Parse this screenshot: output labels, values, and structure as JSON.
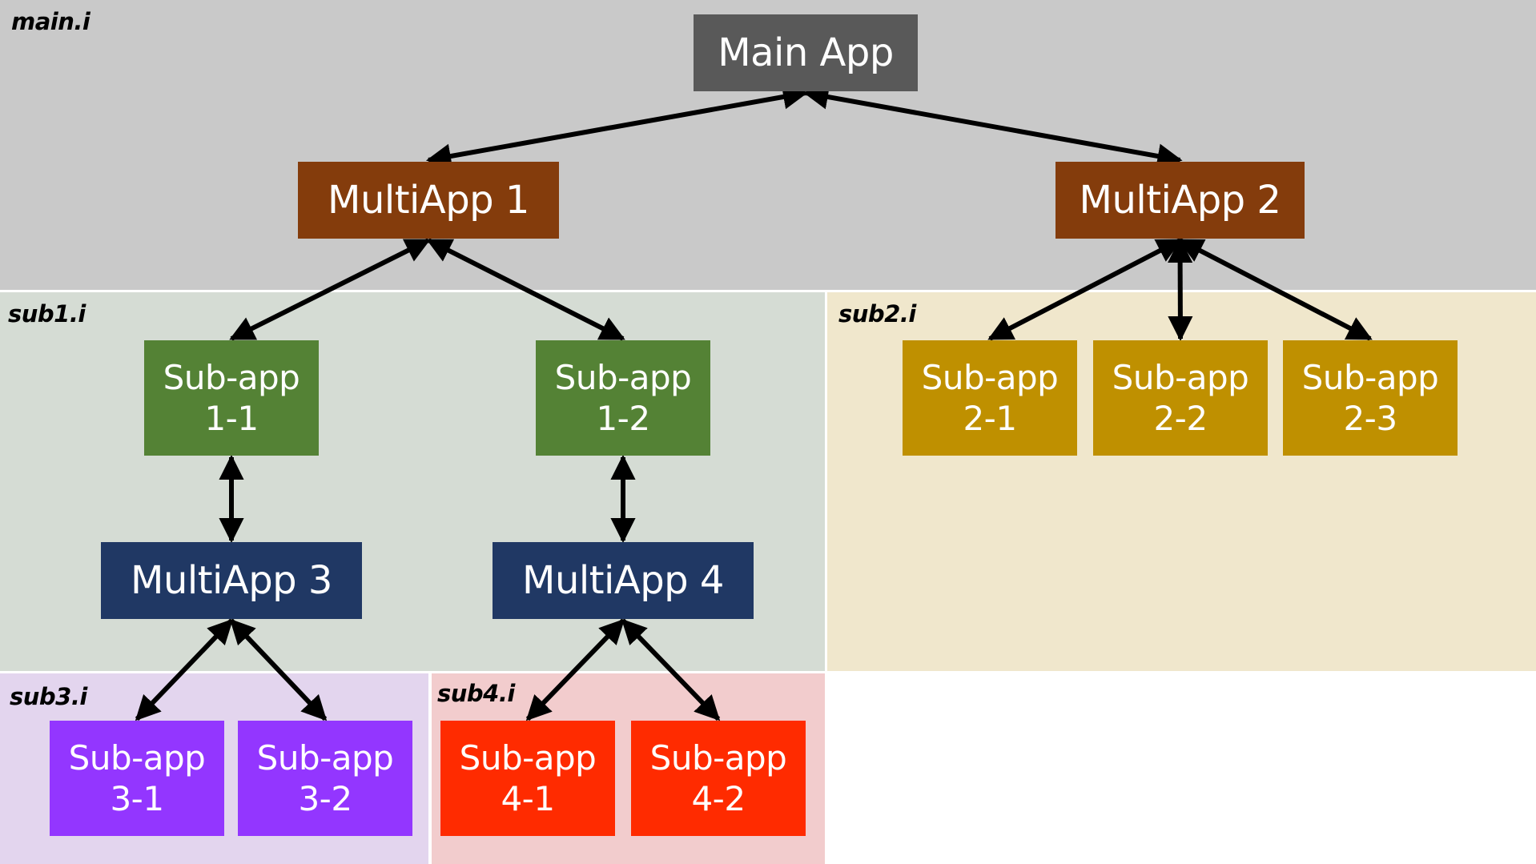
{
  "colors": {
    "main_region": "#c9c9c9",
    "sub1_region": "#d5dcd4",
    "sub2_region": "#f0e7cc",
    "sub3_region": "#e3d5ee",
    "sub4_region": "#f2cccd",
    "main_app": "#595959",
    "multiapp_1_2": "#843c0c",
    "multiapp_3_4": "#203864",
    "subapp_1x": "#548235",
    "subapp_2x": "#bf9000",
    "subapp_3x": "#9336ff",
    "subapp_4x": "#ff2b00",
    "arrow": "#000000"
  },
  "regions": {
    "main": "main.i",
    "sub1": "sub1.i",
    "sub2": "sub2.i",
    "sub3": "sub3.i",
    "sub4": "sub4.i"
  },
  "nodes": {
    "main_app": "Main App",
    "multiapp_1": "MultiApp 1",
    "multiapp_2": "MultiApp 2",
    "multiapp_3": "MultiApp 3",
    "multiapp_4": "MultiApp 4",
    "subapp_1_1": {
      "line1": "Sub-app",
      "line2": "1-1"
    },
    "subapp_1_2": {
      "line1": "Sub-app",
      "line2": "1-2"
    },
    "subapp_2_1": {
      "line1": "Sub-app",
      "line2": "2-1"
    },
    "subapp_2_2": {
      "line1": "Sub-app",
      "line2": "2-2"
    },
    "subapp_2_3": {
      "line1": "Sub-app",
      "line2": "2-3"
    },
    "subapp_3_1": {
      "line1": "Sub-app",
      "line2": "3-1"
    },
    "subapp_3_2": {
      "line1": "Sub-app",
      "line2": "3-2"
    },
    "subapp_4_1": {
      "line1": "Sub-app",
      "line2": "4-1"
    },
    "subapp_4_2": {
      "line1": "Sub-app",
      "line2": "4-2"
    }
  },
  "links": [
    [
      "main_app",
      "multiapp_1"
    ],
    [
      "main_app",
      "multiapp_2"
    ],
    [
      "multiapp_1",
      "subapp_1_1"
    ],
    [
      "multiapp_1",
      "subapp_1_2"
    ],
    [
      "multiapp_2",
      "subapp_2_1"
    ],
    [
      "multiapp_2",
      "subapp_2_2"
    ],
    [
      "multiapp_2",
      "subapp_2_3"
    ],
    [
      "subapp_1_1",
      "multiapp_3"
    ],
    [
      "subapp_1_2",
      "multiapp_4"
    ],
    [
      "multiapp_3",
      "subapp_3_1"
    ],
    [
      "multiapp_3",
      "subapp_3_2"
    ],
    [
      "multiapp_4",
      "subapp_4_1"
    ],
    [
      "multiapp_4",
      "subapp_4_2"
    ]
  ]
}
